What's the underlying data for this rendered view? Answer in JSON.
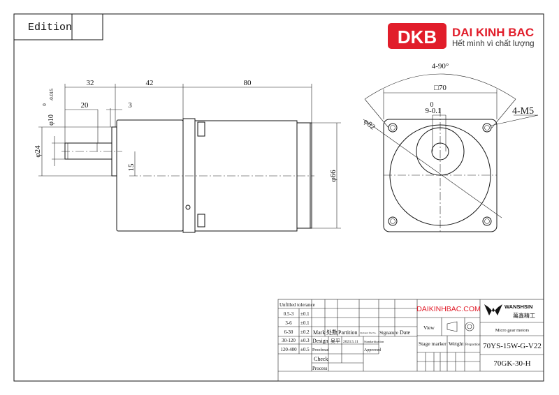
{
  "edition_label": "Edition",
  "brand": {
    "logo_text": "DKB",
    "name": "DAI KINH BAC",
    "slogan": "Hết mình vì chất lượng",
    "color": "#e11d2a",
    "website": "DAIKINHBAC.COM",
    "maker_logo": "WANSHSIN",
    "maker_chinese": "萬鑫精工"
  },
  "side_view": {
    "dims": {
      "d32": "32",
      "d42": "42",
      "d80": "80",
      "d20": "20",
      "d3": "3",
      "d15": "15",
      "phi24": "φ24",
      "phi66": "φ66",
      "phi10": "φ10",
      "phi10_upper": "0",
      "phi10_lower": "-0.015"
    }
  },
  "front_view": {
    "dims": {
      "angle": "4-90°",
      "square": "□70",
      "key_upper": "0",
      "key": "9-0.1",
      "holes": "4-M5",
      "phi82": "φ82"
    }
  },
  "title_block": {
    "tolerance_header": "Unfilled tolerance",
    "tolerances": [
      {
        "range": "0.5-3",
        "tol": "±0.1"
      },
      {
        "range": "3-6",
        "tol": "±0.1"
      },
      {
        "range": "6-30",
        "tol": "±0.2"
      },
      {
        "range": "30-120",
        "tol": "±0.3"
      },
      {
        "range": "120-400",
        "tol": "±0.5"
      }
    ],
    "mark_row": [
      "Mark",
      "处数",
      "Partition",
      "Updated file No.",
      "Signature",
      "Date"
    ],
    "design": {
      "label": "Design",
      "name": "吴平",
      "date": "2023.5.11",
      "std": "Standardization"
    },
    "proofread": "Proofread",
    "approved": "Approved",
    "check": "Check",
    "process": "Process",
    "view_label": "View",
    "stage_row": [
      "Stage marker",
      "Weight",
      "Proportion"
    ],
    "product_desc": "Micro gear motors",
    "model": "70YS-15W-G-V22",
    "gearbox": "70GK-30-H"
  }
}
